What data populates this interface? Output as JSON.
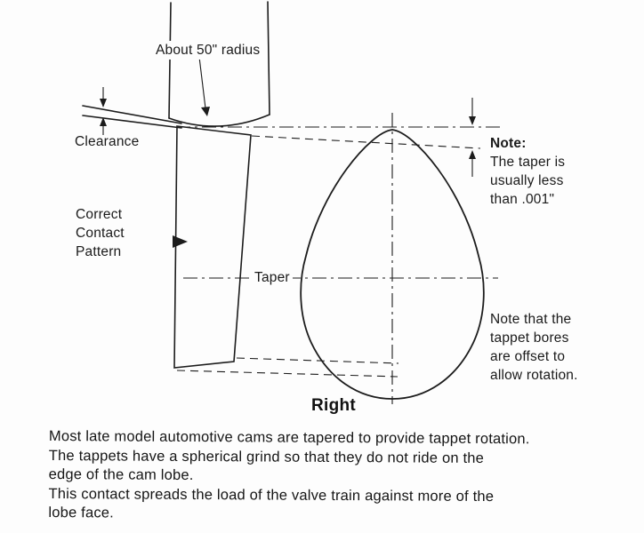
{
  "page": {
    "background_color": "#fdfdfd",
    "ink_color": "#1c1c1c"
  },
  "diagram": {
    "labels": {
      "about_radius": "About 50\" radius",
      "clearance": "Clearance",
      "contact_pattern": "Correct\nContact\nPattern",
      "taper": "Taper",
      "note_title": "Note:",
      "note_body": "The taper is\nusually less\nthan .001\"",
      "offset_note": "Note that the\ntappet bores\nare offset to\nallow rotation."
    }
  },
  "caption": "Right",
  "body_text": "Most late model automotive cams are tapered to provide tappet rotation.\nThe tappets have a spherical grind so that they do not ride on the\nedge of the cam lobe.\nThis contact spreads the load of the valve train against more of the\nlobe face."
}
